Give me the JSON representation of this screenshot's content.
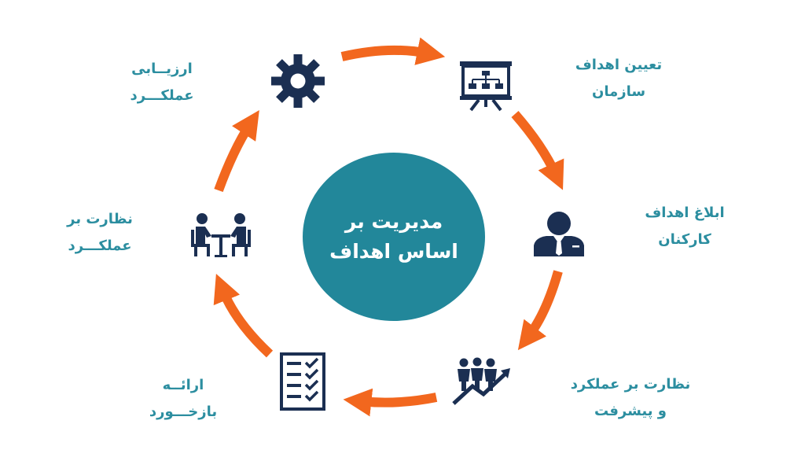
{
  "colors": {
    "accent": "#f2671e",
    "center": "#22879a",
    "label": "#2c8ea0",
    "icon": "#1b2f52"
  },
  "center": {
    "line1": "مدیریت بر",
    "line2": "اساس اهداف"
  },
  "steps": [
    {
      "icon": "presentation-board-icon",
      "line1": "تعیین اهداف",
      "line2": "سازمان"
    },
    {
      "icon": "businessman-icon",
      "line1": "ابلاغ اهداف",
      "line2": "کارکنان"
    },
    {
      "icon": "team-growth-icon",
      "line1": "نظارت بر عملکرد",
      "line2": "و پیشرفت"
    },
    {
      "icon": "checklist-icon",
      "line1": "ارائــه",
      "line2": "بازخـــورد"
    },
    {
      "icon": "meeting-icon",
      "line1": "نظارت بر",
      "line2": "عملکـــرد"
    },
    {
      "icon": "gear-icon",
      "line1": "ارزیــابی",
      "line2": "عملکـــرد"
    }
  ]
}
